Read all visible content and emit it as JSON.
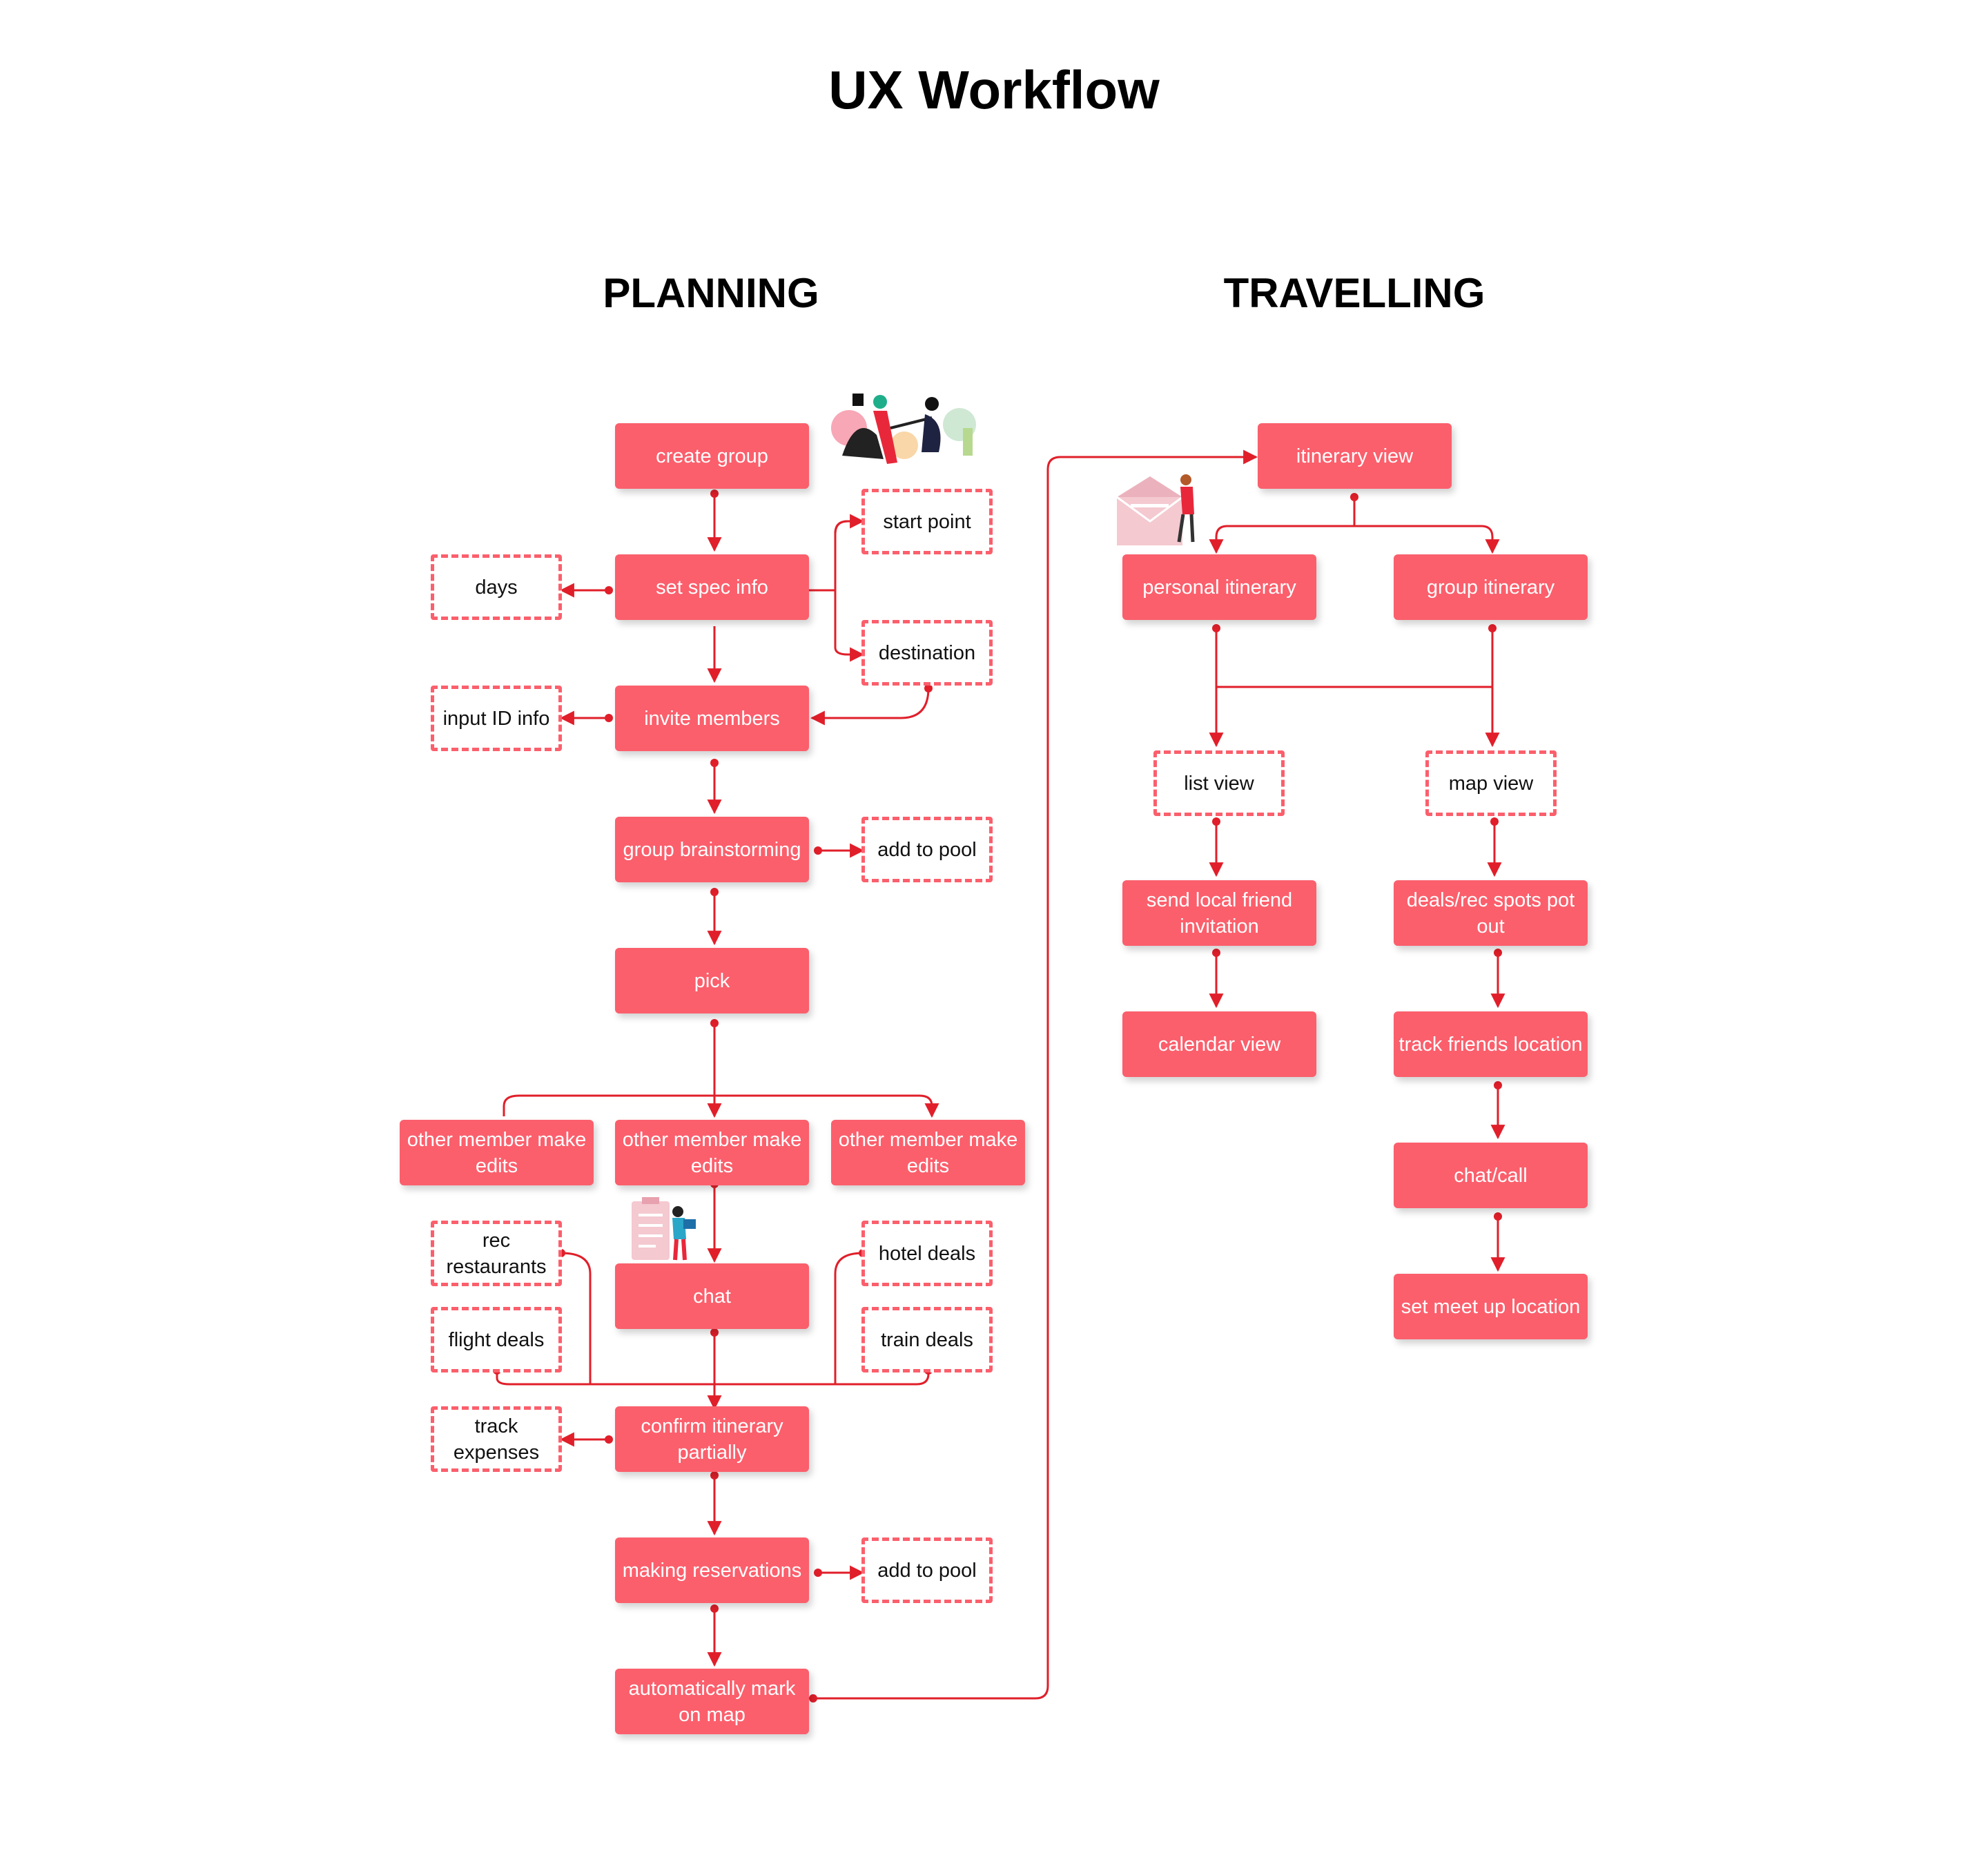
{
  "title": "UX Workflow",
  "sections": {
    "planning": "PLANNING",
    "travelling": "TRAVELLING"
  },
  "colors": {
    "node_fill": "#fb5f6c",
    "edge": "#e01f2a",
    "text_on_node": "#ffffff",
    "text_dashed": "#111111"
  },
  "nodes": {
    "create_group": "create group",
    "set_spec_info": "set spec info",
    "days": "days",
    "start_point": "start point",
    "destination": "destination",
    "invite_members": "invite members",
    "input_id_info": "input ID info",
    "group_brainstorming": "group brainstorming",
    "add_to_pool_1": "add to pool",
    "pick": "pick",
    "other_edits_left": "other member make edits",
    "other_edits_center": "other member make edits",
    "other_edits_right": "other member make edits",
    "rec_restaurants": "rec restaurants",
    "flight_deals": "flight deals",
    "hotel_deals": "hotel deals",
    "train_deals": "train deals",
    "chat": "chat",
    "confirm_itinerary": "confirm itinerary partially",
    "track_expenses": "track expenses",
    "making_reservations": "making reservations",
    "add_to_pool_2": "add to pool",
    "auto_mark_map": "automatically mark on map",
    "itinerary_view": "itinerary view",
    "personal_itinerary": "personal itinerary",
    "group_itinerary": "group itinerary",
    "list_view": "list view",
    "map_view": "map view",
    "send_local_friend": "send local friend invitation",
    "calendar_view": "calendar view",
    "deals_rec_spots": "deals/rec spots pot out",
    "track_friends": "track friends location",
    "chat_call": "chat/call",
    "set_meetup": "set meet up location"
  },
  "illustrations": [
    "people-group-illustration",
    "envelope-person-illustration",
    "clipboard-person-illustration"
  ]
}
